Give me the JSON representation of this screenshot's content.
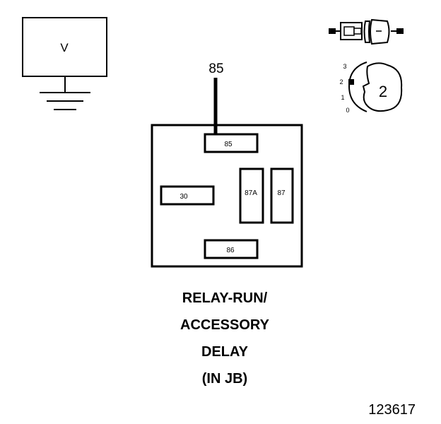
{
  "meter": {
    "label": "V"
  },
  "probe": {
    "pin_label": "85"
  },
  "relay": {
    "pins": {
      "p85": "85",
      "p30": "30",
      "p87a": "87A",
      "p87": "87",
      "p86": "86"
    },
    "caption": [
      "RELAY-RUN/",
      "ACCESSORY",
      "DELAY",
      "(IN JB)"
    ]
  },
  "ignition": {
    "positions": [
      "3",
      "2",
      "1",
      "0"
    ],
    "selected_position": "2",
    "key_number": "2"
  },
  "figure_number": "123617"
}
